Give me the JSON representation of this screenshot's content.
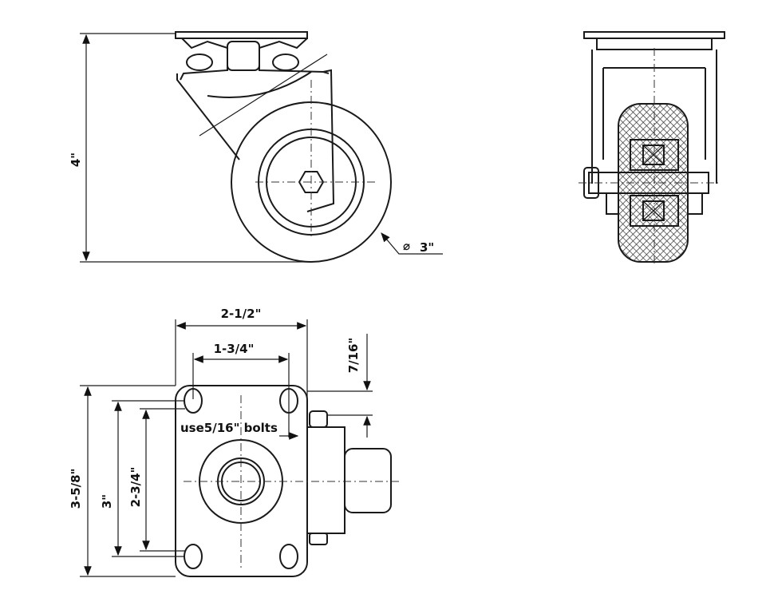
{
  "title": "Swivel caster dimension drawing",
  "dimensions": {
    "overall_height": "4\"",
    "wheel_diameter_symbol": "⌀",
    "wheel_diameter": "3\"",
    "plate_width": "2-1/2\"",
    "hole_spacing_width": "1-3/4\"",
    "offset": "7/16\"",
    "bolt_note": "use5/16\" bolts",
    "plate_length": "3-5/8\"",
    "hole_spacing_outer": "3\"",
    "hole_spacing_inner": "2-3/4\""
  }
}
